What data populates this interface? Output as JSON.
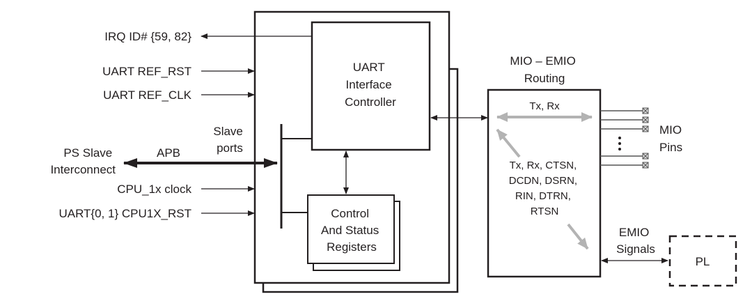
{
  "diagram": {
    "title": "UART block diagram",
    "left_signals": {
      "irq": "IRQ ID# {59, 82}",
      "ref_rst": "UART REF_RST",
      "ref_clk": "UART REF_CLK",
      "ps_slave_line1": "PS Slave",
      "ps_slave_line2": "Interconnect",
      "apb": "APB",
      "slave_ports_line1": "Slave",
      "slave_ports_line2": "ports",
      "cpu_clock": "CPU_1x clock",
      "cpu_rst": "UART{0, 1} CPU1X_RST"
    },
    "uart_controller": [
      "UART",
      "Interface",
      "Controller"
    ],
    "csr": [
      "Control",
      "And Status",
      "Registers"
    ],
    "mio_emio": {
      "title_line1": "MIO – EMIO",
      "title_line2": "Routing",
      "txrx": "Tx, Rx",
      "signals": [
        "Tx, Rx, CTSN,",
        "DCDN, DSRN,",
        "RIN, DTRN,",
        "RTSN"
      ]
    },
    "mio_pins": [
      "MIO",
      "Pins"
    ],
    "emio_signals": [
      "EMIO",
      "Signals"
    ],
    "pl": "PL",
    "colors": {
      "line": "#231f20",
      "gray_arrow": "#b3b3b3"
    }
  }
}
